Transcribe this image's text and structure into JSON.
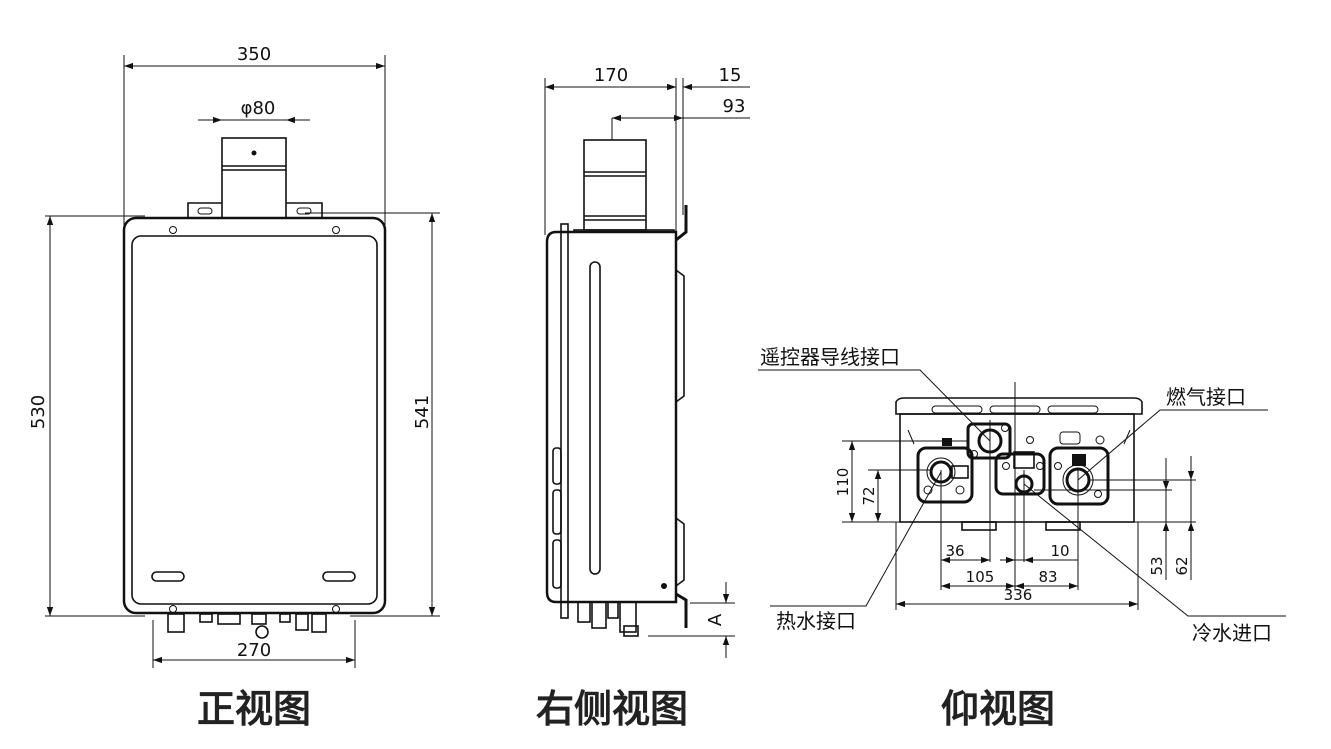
{
  "front_view": {
    "caption": "正视图",
    "dims": {
      "width_top": "350",
      "flue_diameter": "φ80",
      "height_left": "530",
      "height_right": "541",
      "width_bottom": "270"
    }
  },
  "side_view": {
    "caption": "右侧视图",
    "dims": {
      "depth": "170",
      "offset_top": "15",
      "offset_flue": "93",
      "connector_height": "A"
    }
  },
  "bottom_view": {
    "caption": "仰视图",
    "labels": {
      "remote_wire": "遥控器导线接口",
      "gas": "燃气接口",
      "hot_water": "热水接口",
      "cold_water": "冷水进口"
    },
    "dims": {
      "d110": "110",
      "d72": "72",
      "d36": "36",
      "d10": "10",
      "d105": "105",
      "d83": "83",
      "d336": "336",
      "d53": "53",
      "d62": "62"
    }
  }
}
